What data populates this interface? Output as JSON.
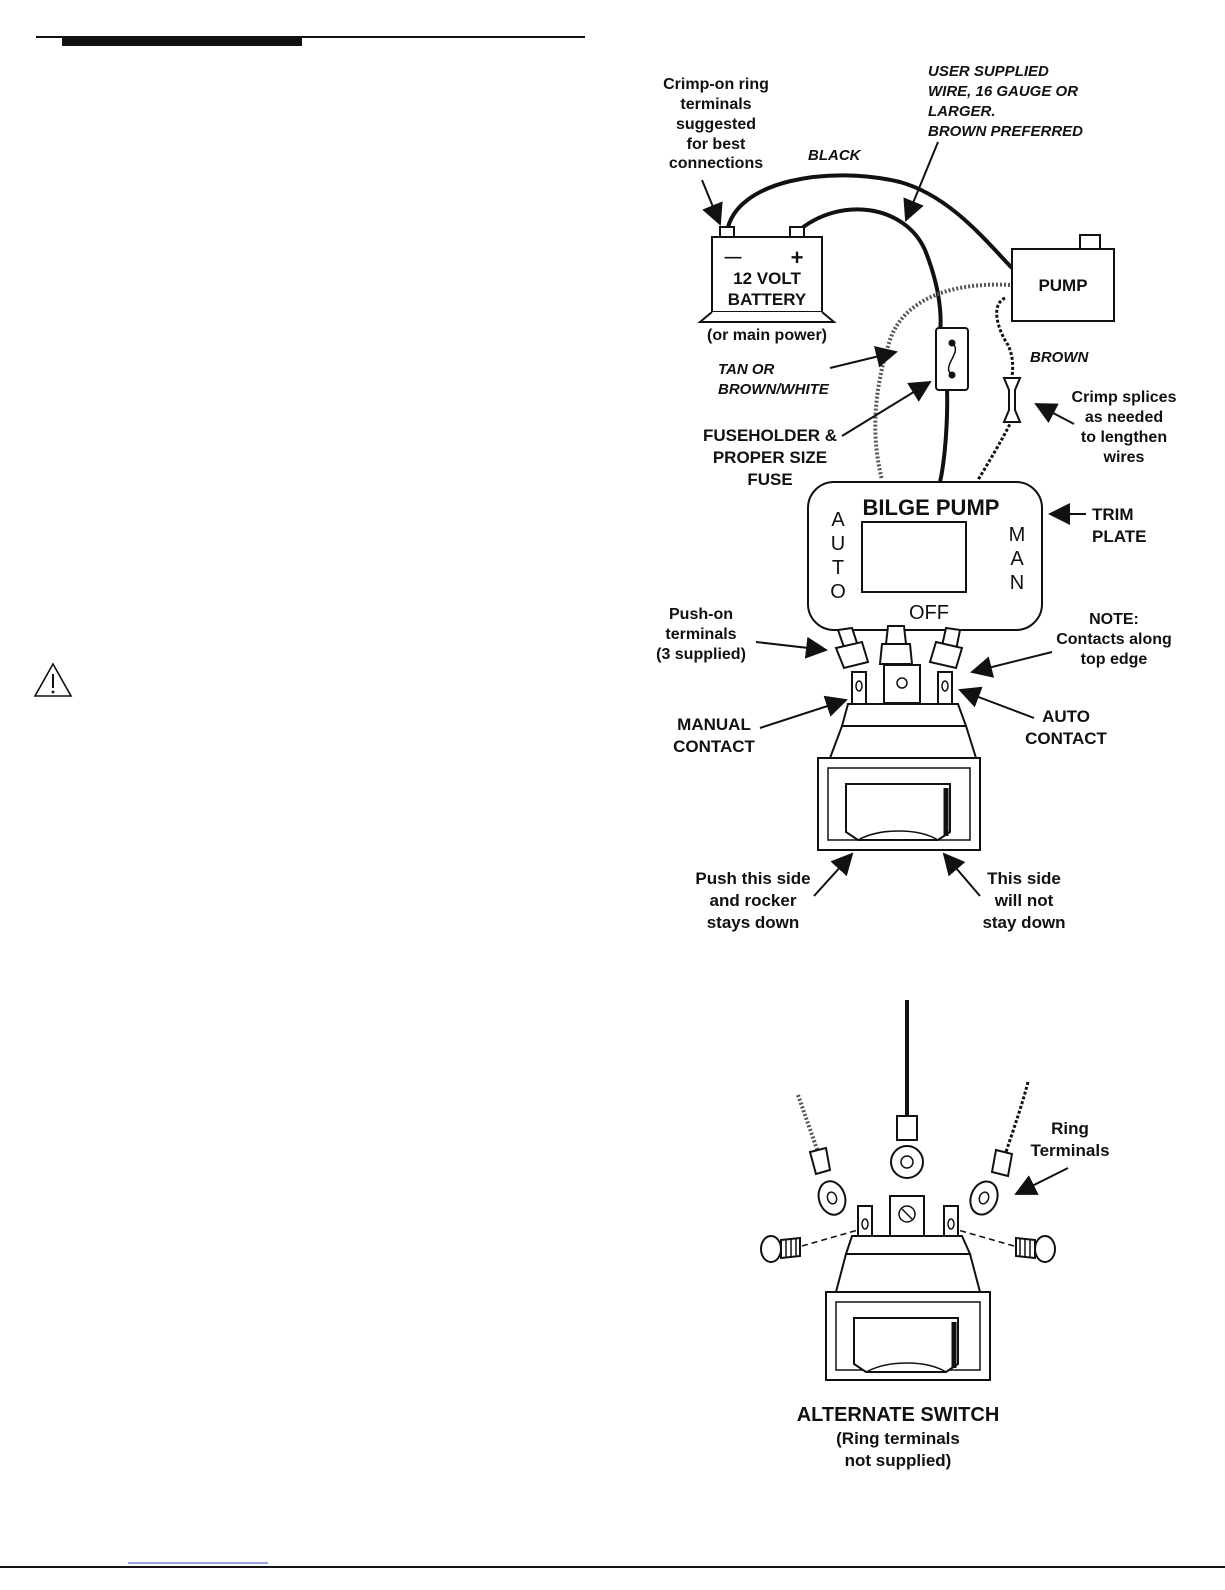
{
  "diagram": {
    "crimp_ring_note": [
      "Crimp-on ring",
      "terminals",
      "suggested",
      "for best",
      "connections"
    ],
    "user_wire_note": [
      "USER SUPPLIED",
      "WIRE, 16 GAUGE OR",
      "LARGER.",
      "BROWN PREFERRED"
    ],
    "black_label": "BLACK",
    "battery_minus": "—",
    "battery_plus": "+",
    "battery_label": [
      "12 VOLT",
      "BATTERY"
    ],
    "battery_sub": "(or main power)",
    "pump_label": "PUMP",
    "tan_label": [
      "TAN OR",
      "BROWN/WHITE"
    ],
    "brown_label": "BROWN",
    "splice_note": [
      "Crimp splices",
      "as needed",
      "to lengthen",
      "wires"
    ],
    "fuse_label": [
      "FUSEHOLDER &",
      "PROPER SIZE",
      "FUSE"
    ],
    "plate_title": "BILGE PUMP",
    "plate_auto": [
      "A",
      "U",
      "T",
      "O"
    ],
    "plate_man": [
      "M",
      "A",
      "N"
    ],
    "plate_off": "OFF",
    "trim_plate_label": [
      "TRIM",
      "PLATE"
    ],
    "push_on_label": [
      "Push-on",
      "terminals",
      "(3 supplied)"
    ],
    "contacts_note": [
      "NOTE:",
      "Contacts along",
      "top edge"
    ],
    "manual_contact_label": [
      "MANUAL",
      "CONTACT"
    ],
    "auto_contact_label": [
      "AUTO",
      "CONTACT"
    ],
    "push_side_label": [
      "Push this side",
      "and rocker",
      "stays down"
    ],
    "other_side_label": [
      "This side",
      "will not",
      "stay down"
    ],
    "ring_terminals_label": [
      "Ring",
      "Terminals"
    ],
    "alternate_switch_label": [
      "ALTERNATE SWITCH",
      "(Ring terminals",
      "not supplied)"
    ]
  },
  "colors": {
    "ink": "#111111",
    "link": "#3344cc"
  }
}
